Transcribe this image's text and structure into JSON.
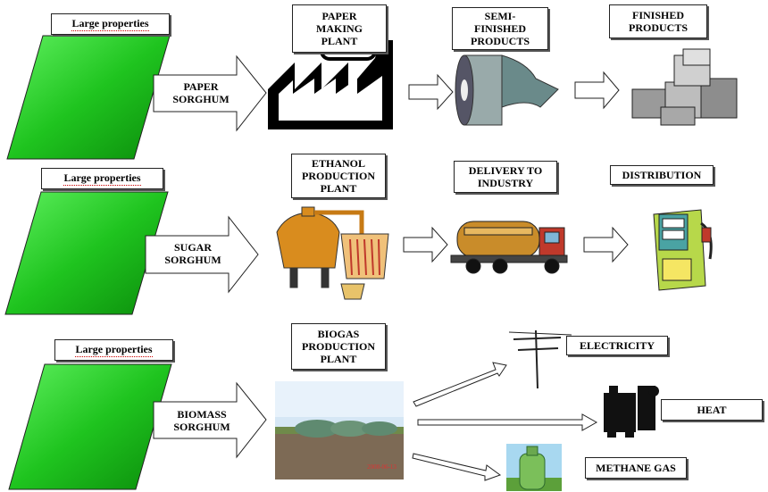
{
  "rows": [
    {
      "large_label": "Large properties",
      "sorghum_label": "PAPER\nSORGHUM",
      "plant_label": "PAPER\nMAKING\nPLANT",
      "step2_label": "SEMI-\nFINISHED\nPRODUCTS",
      "step3_label": "FINISHED\nPRODUCTS"
    },
    {
      "large_label": "Large properties",
      "sorghum_label": "SUGAR\nSORGHUM",
      "plant_label": "ETHANOL\nPRODUCTION\nPLANT",
      "step2_label": "DELIVERY TO\nINDUSTRY",
      "step3_label": "DISTRIBUTION"
    },
    {
      "large_label": "Large properties",
      "sorghum_label": "BIOMASS\nSORGHUM",
      "plant_label": "BIOGAS\nPRODUCTION\nPLANT",
      "outputs": [
        "ELECTRICITY",
        "HEAT",
        "METHANE GAS"
      ]
    }
  ],
  "photo_caption": "2008-06-13",
  "colors": {
    "field_green": "#22cc22",
    "field_dark": "#0a8a0a",
    "factory": "#000000"
  }
}
